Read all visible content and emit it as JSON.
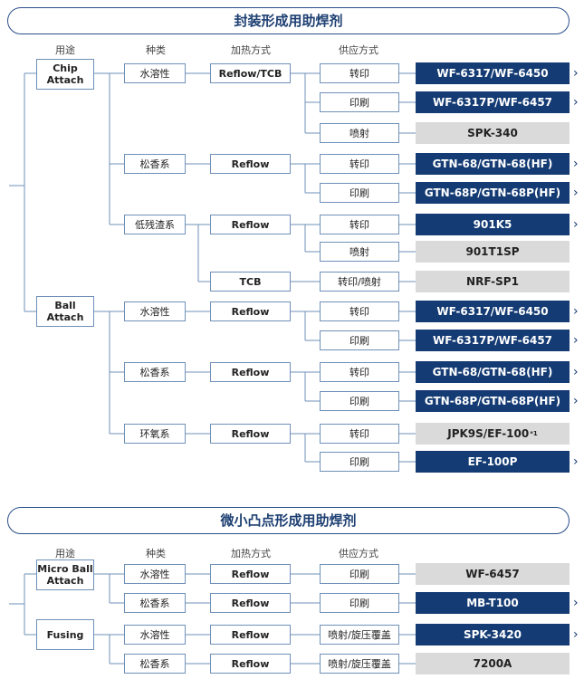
{
  "section1": {
    "title": "封装形成用助焊剂",
    "headers": {
      "usage": "用途",
      "type": "种类",
      "heating": "加热方式",
      "supply": "供应方式"
    },
    "usages": {
      "chip_attach": "Chip\nAttach",
      "ball_attach": "Ball\nAttach"
    },
    "rows": [
      {
        "supply": "转印",
        "product": "WF-6317/WF-6450",
        "style": "dark"
      },
      {
        "supply": "印刷",
        "product": "WF-6317P/WF-6457",
        "style": "dark"
      },
      {
        "supply": "喷射",
        "product": "SPK-340",
        "style": "light"
      },
      {
        "supply": "转印",
        "product": "GTN-68/GTN-68(HF)",
        "style": "dark"
      },
      {
        "supply": "印刷",
        "product": "GTN-68P/GTN-68P(HF)",
        "style": "dark"
      },
      {
        "supply": "转印",
        "product": "901K5",
        "style": "dark"
      },
      {
        "supply": "喷射",
        "product": "901T1SP",
        "style": "light"
      },
      {
        "supply": "转印/喷射",
        "product": "NRF-SP1",
        "style": "light"
      },
      {
        "supply": "转印",
        "product": "WF-6317/WF-6450",
        "style": "dark"
      },
      {
        "supply": "印刷",
        "product": "WF-6317P/WF-6457",
        "style": "dark"
      },
      {
        "supply": "转印",
        "product": "GTN-68/GTN-68(HF)",
        "style": "dark"
      },
      {
        "supply": "印刷",
        "product": "GTN-68P/GTN-68P(HF)",
        "style": "dark"
      },
      {
        "supply": "转印",
        "product": "JPK9S/EF-100",
        "note": "*1",
        "style": "light"
      },
      {
        "supply": "印刷",
        "product": "EF-100P",
        "style": "dark"
      }
    ],
    "types": [
      "水溶性",
      "松香系",
      "低残渣系",
      "水溶性",
      "松香系",
      "环氧系"
    ],
    "heating": [
      "Reflow/TCB",
      "Reflow",
      "Reflow",
      "TCB",
      "Reflow",
      "Reflow",
      "Reflow"
    ]
  },
  "section2": {
    "title": "微小凸点形成用助焊剂",
    "headers": {
      "usage": "用途",
      "type": "种类",
      "heating": "加热方式",
      "supply": "供应方式"
    },
    "usages": {
      "micro": "Micro Ball\nAttach",
      "fusing": "Fusing"
    },
    "types": [
      "水溶性",
      "松香系",
      "水溶性",
      "松香系"
    ],
    "heating": [
      "Reflow",
      "Reflow",
      "Reflow",
      "Reflow"
    ],
    "rows": [
      {
        "supply": "印刷",
        "product": "WF-6457",
        "style": "light"
      },
      {
        "supply": "印刷",
        "product": "MB-T100",
        "style": "dark"
      },
      {
        "supply": "喷射/旋压覆盖",
        "product": "SPK-3420",
        "style": "dark"
      },
      {
        "supply": "喷射/旋压覆盖",
        "product": "7200A",
        "style": "light"
      }
    ]
  },
  "arrow_glyph": "›"
}
